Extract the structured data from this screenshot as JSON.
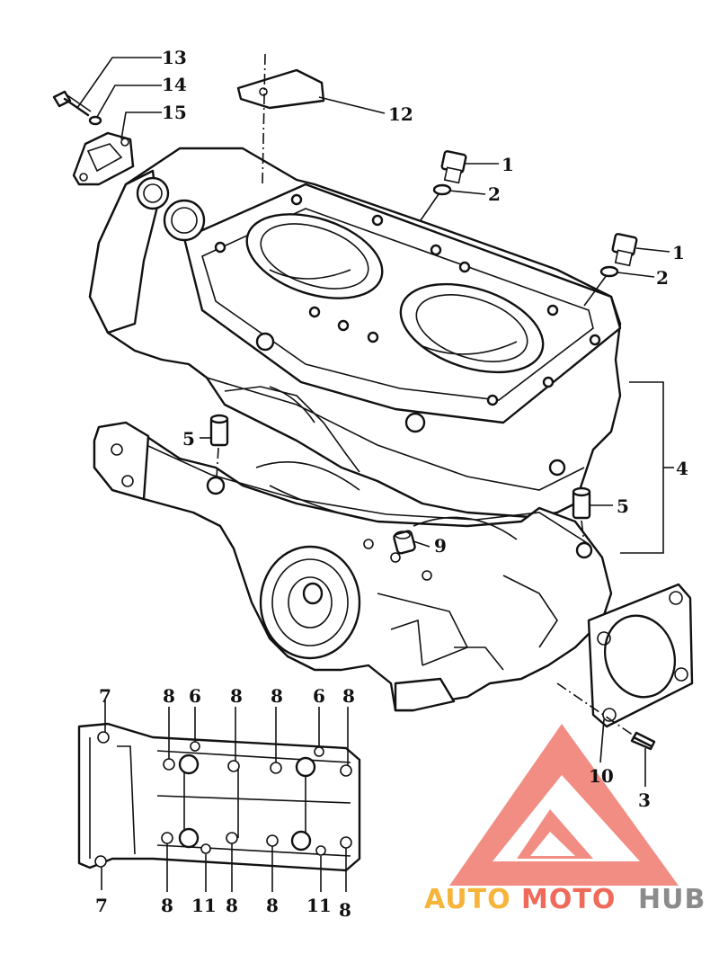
{
  "labels": [
    {
      "id": "bolt-label-1a",
      "text": "1"
    },
    {
      "id": "washer-label-2a",
      "text": "2"
    },
    {
      "id": "bolt-label-1b",
      "text": "1"
    },
    {
      "id": "washer-label-2b",
      "text": "2"
    },
    {
      "id": "screw-label-3",
      "text": "3"
    },
    {
      "id": "crankcase-label-4",
      "text": "4"
    },
    {
      "id": "dowel-label-5a",
      "text": "5"
    },
    {
      "id": "dowel-label-5b",
      "text": "5"
    },
    {
      "id": "hole-label-6a",
      "text": "6"
    },
    {
      "id": "hole-label-6b",
      "text": "6"
    },
    {
      "id": "hole-label-7a",
      "text": "7"
    },
    {
      "id": "hole-label-7b",
      "text": "7"
    },
    {
      "id": "hole-label-8a",
      "text": "8"
    },
    {
      "id": "hole-label-8b",
      "text": "8"
    },
    {
      "id": "hole-label-8c",
      "text": "8"
    },
    {
      "id": "hole-label-8d",
      "text": "8"
    },
    {
      "id": "hole-label-8e",
      "text": "8"
    },
    {
      "id": "hole-label-8f",
      "text": "8"
    },
    {
      "id": "hole-label-8g",
      "text": "8"
    },
    {
      "id": "hole-label-8h",
      "text": "8"
    },
    {
      "id": "dowel-label-9",
      "text": "9"
    },
    {
      "id": "gasket-label-10",
      "text": "10"
    },
    {
      "id": "hole-label-11a",
      "text": "11"
    },
    {
      "id": "hole-label-11b",
      "text": "11"
    },
    {
      "id": "plate-label-12",
      "text": "12"
    },
    {
      "id": "bolt-label-13",
      "text": "13"
    },
    {
      "id": "washer-label-14",
      "text": "14"
    },
    {
      "id": "cover-label-15",
      "text": "15"
    }
  ],
  "watermark": {
    "part1": "AUTO",
    "part2": "MOTO",
    "part3": "HUB",
    "colors": {
      "part1": "#f6b43a",
      "part2": "#ef6a5a",
      "part3": "#8b8b8b",
      "logo": "#f07a6e"
    }
  }
}
